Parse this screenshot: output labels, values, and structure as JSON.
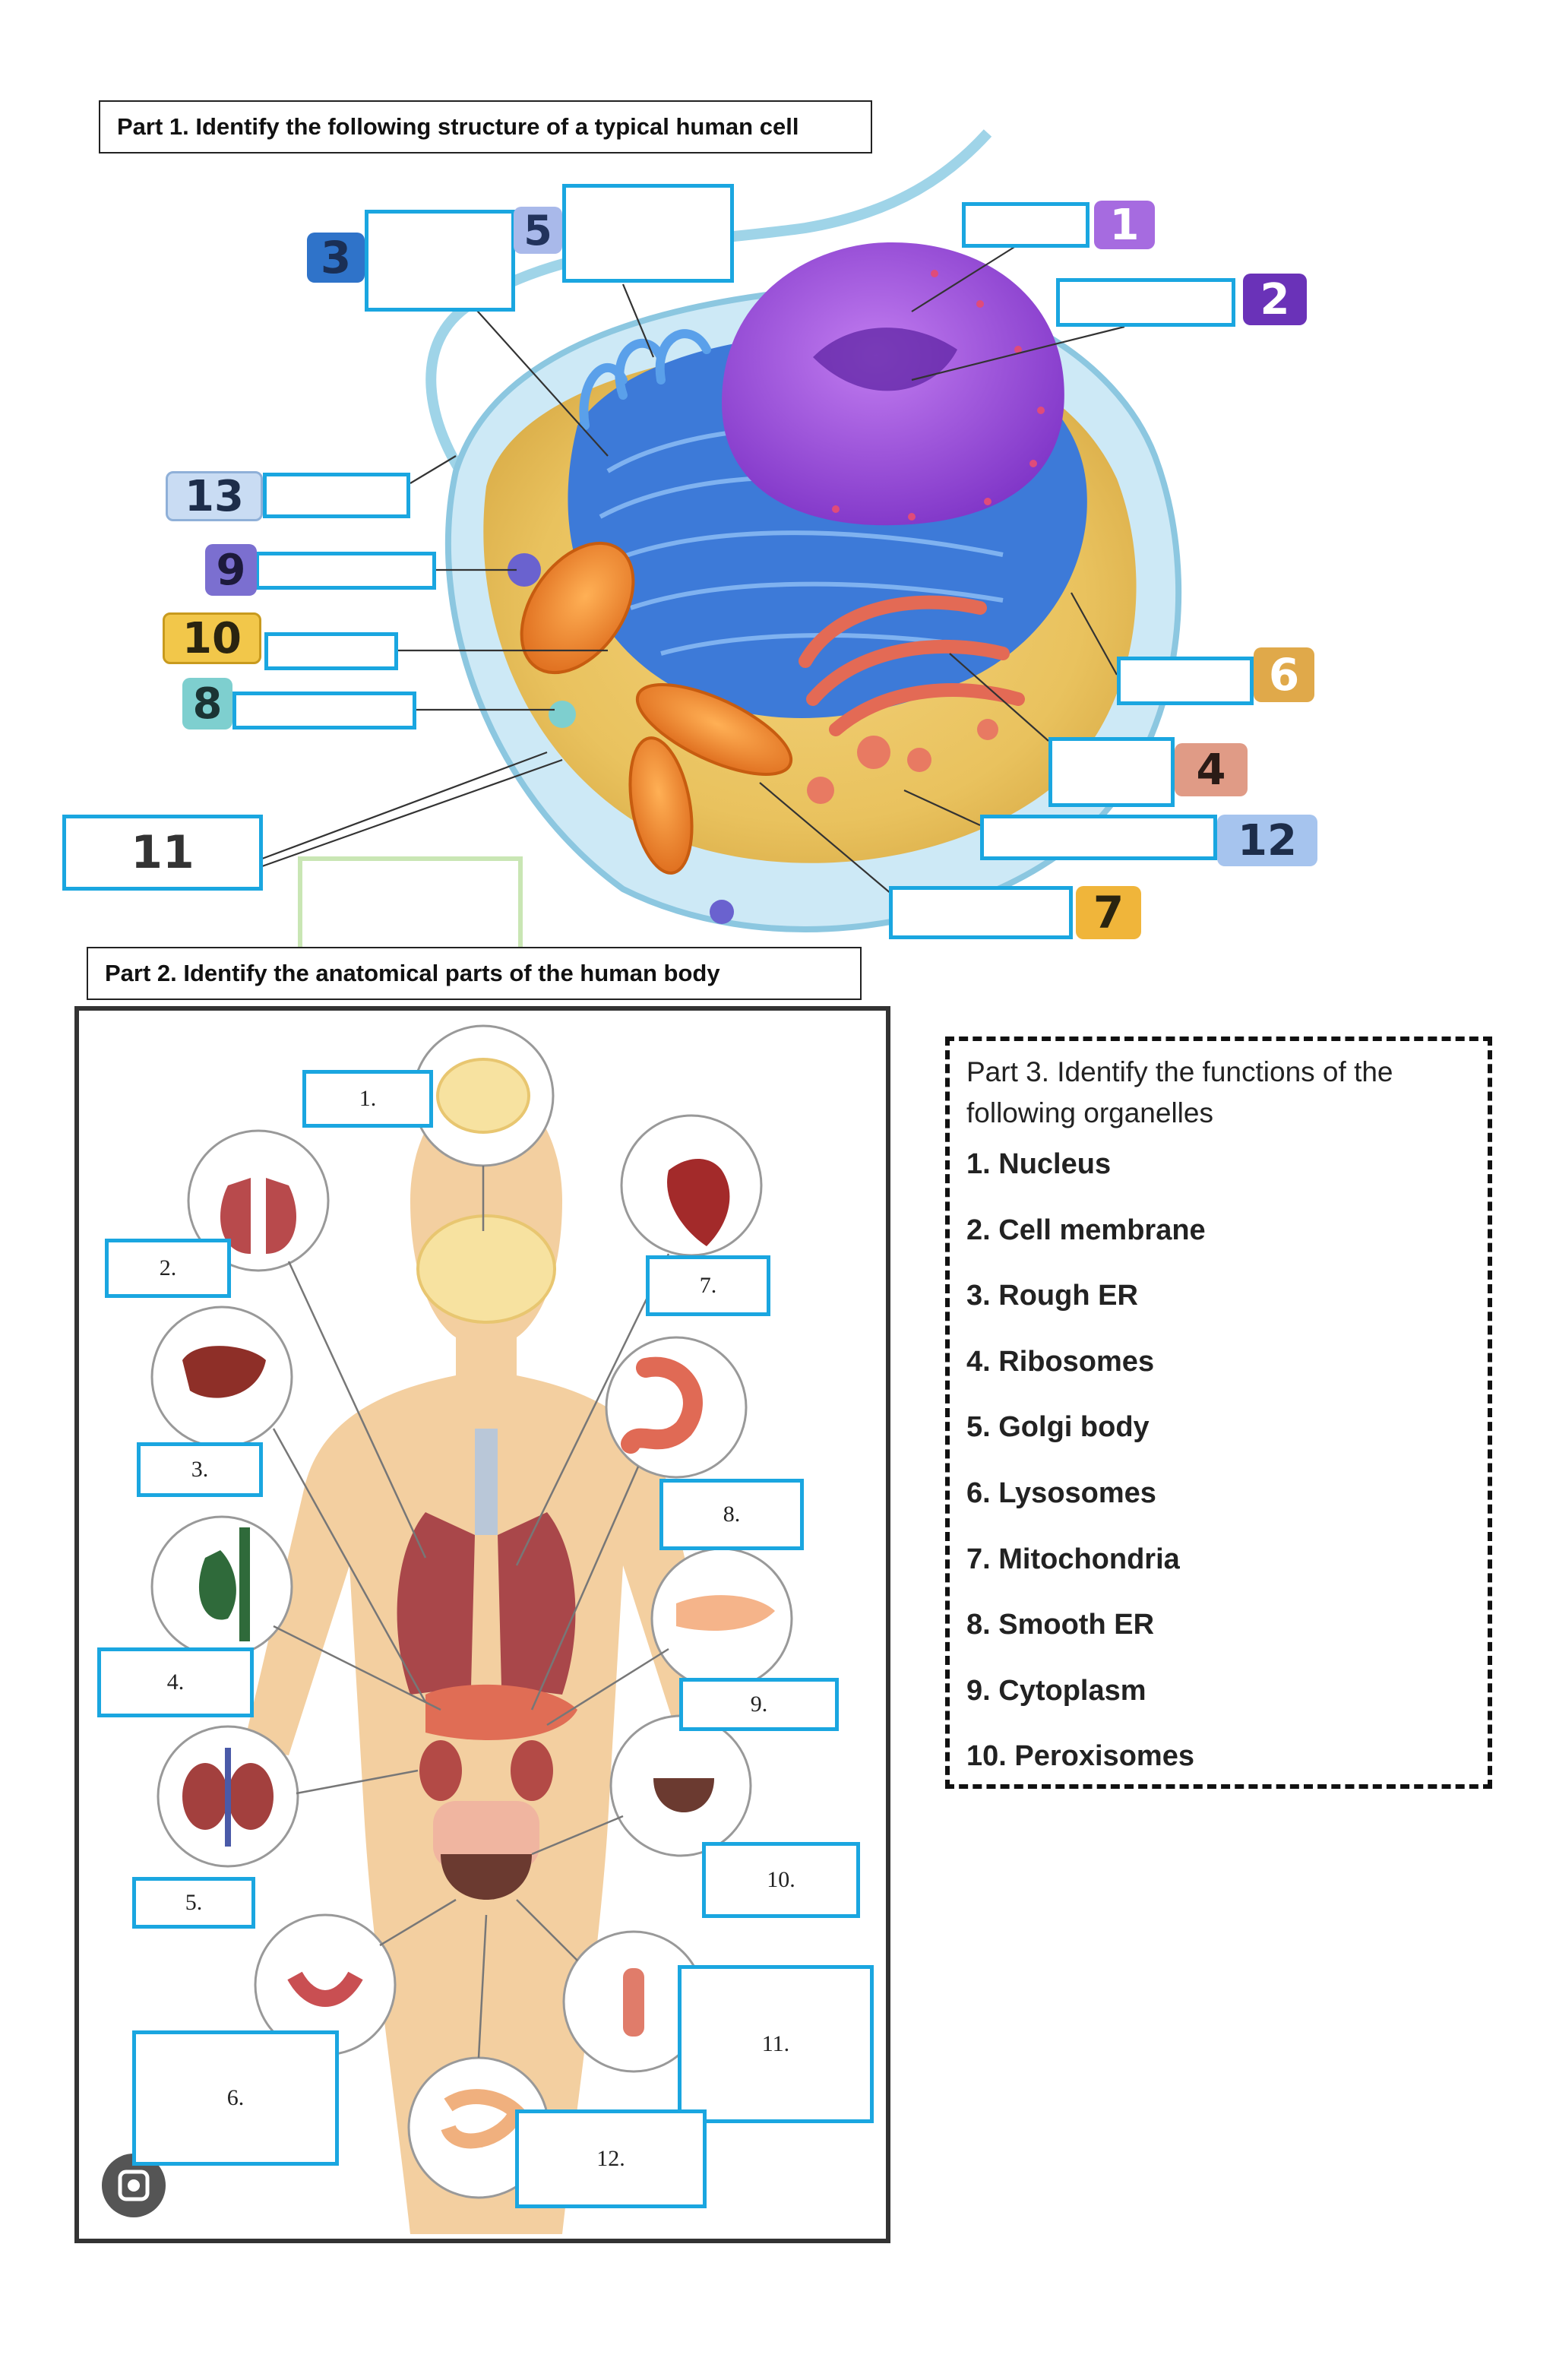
{
  "part1": {
    "heading": "Part 1. Identify the following structure of a typical human cell",
    "labels": [
      "1",
      "2",
      "3",
      "4",
      "5",
      "6",
      "7",
      "8",
      "9",
      "10",
      "11",
      "12",
      "13"
    ],
    "badge_colors": {
      "1": "#a66be0",
      "2": "#6a32b8",
      "3": "#2f73c9",
      "4": "#e09b86",
      "5": "#a9b9ea",
      "6": "#e0a94a",
      "7": "#f0b53a",
      "8": "#7ecfcf",
      "9": "#7b6fd0",
      "10": "#f2c74a",
      "12": "#a6c4ee",
      "13": "#c9dcf3"
    }
  },
  "part2": {
    "heading": "Part 2. Identify the anatomical parts of the human body",
    "labels": [
      "1.",
      "2.",
      "3.",
      "4.",
      "5.",
      "6.",
      "7.",
      "8.",
      "9.",
      "10.",
      "11.",
      "12."
    ]
  },
  "part3": {
    "title": "Part 3. Identify the functions of the following organelles",
    "items": [
      "1. Nucleus",
      "2. Cell membrane",
      "3. Rough ER",
      "4. Ribosomes",
      "5. Golgi body",
      "6. Lysosomes",
      "7. Mitochondria",
      "8. Smooth ER",
      "9. Cytoplasm",
      "10. Peroxisomes"
    ]
  },
  "colors": {
    "answer_box_border": "#1aa6e0",
    "dashed_border": "#111111"
  }
}
